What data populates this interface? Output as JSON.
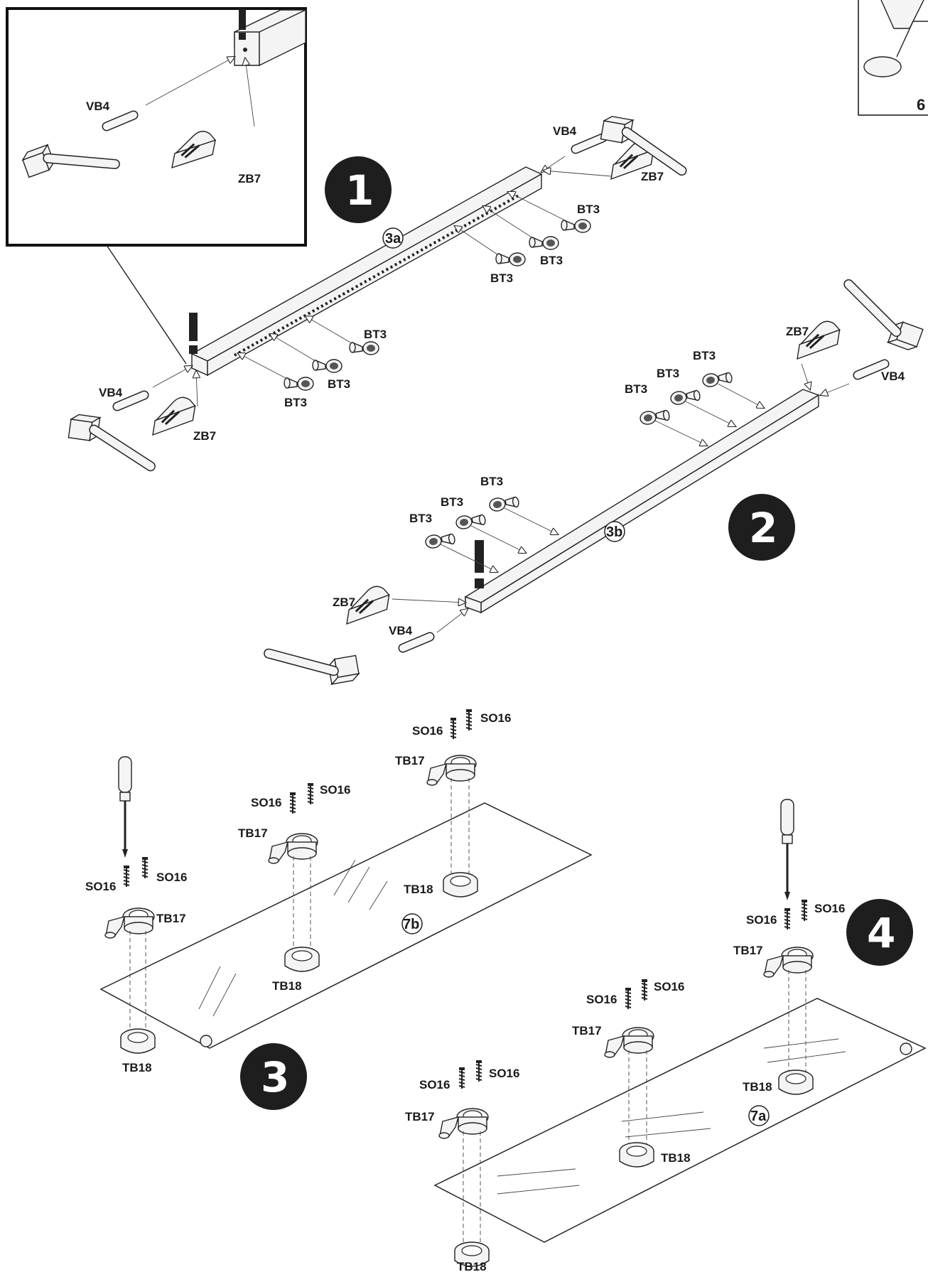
{
  "steps": {
    "s1": "1",
    "s2": "2",
    "s3": "3",
    "s4": "4"
  },
  "part_refs": {
    "rail_a": "3a",
    "rail_b": "3b",
    "glass_b": "7b",
    "glass_a": "7a"
  },
  "corner_inset_number": "6",
  "warning_mark": "!",
  "labels": {
    "vb4": "VB4",
    "zb7": "ZB7",
    "bt3": "BT3",
    "so16": "SO16",
    "tb17": "TB17",
    "tb18": "TB18"
  },
  "colors": {
    "ink": "#222222",
    "badge": "#1e1e1e",
    "paper": "#ffffff"
  }
}
